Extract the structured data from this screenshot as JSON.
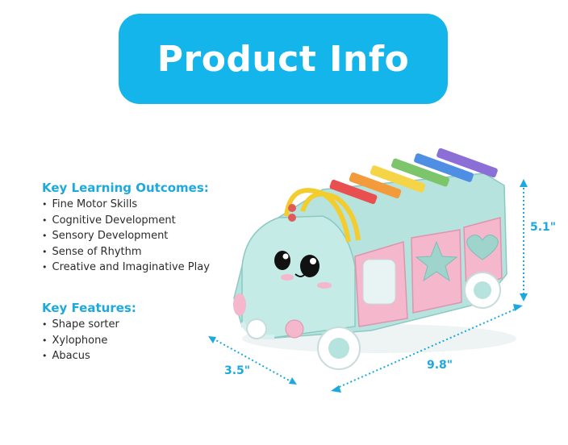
{
  "header": {
    "title": "Product Info"
  },
  "learning": {
    "heading": "Key Learning Outcomes:",
    "items": [
      "Fine Motor Skills",
      "Cognitive Development",
      "Sensory Development",
      "Sense of Rhythm",
      "Creative and Imaginative Play"
    ]
  },
  "features": {
    "heading": "Key Features:",
    "items": [
      "Shape sorter",
      "Xylophone",
      "Abacus"
    ]
  },
  "dimensions": {
    "height": "5.1\"",
    "length": "9.8\"",
    "width": "3.5\""
  },
  "colors": {
    "accent": "#13b5ea",
    "dimension_blue": "#1da9dd",
    "bus_body": "#b7e3de",
    "bus_accent": "#f4b7cc"
  }
}
